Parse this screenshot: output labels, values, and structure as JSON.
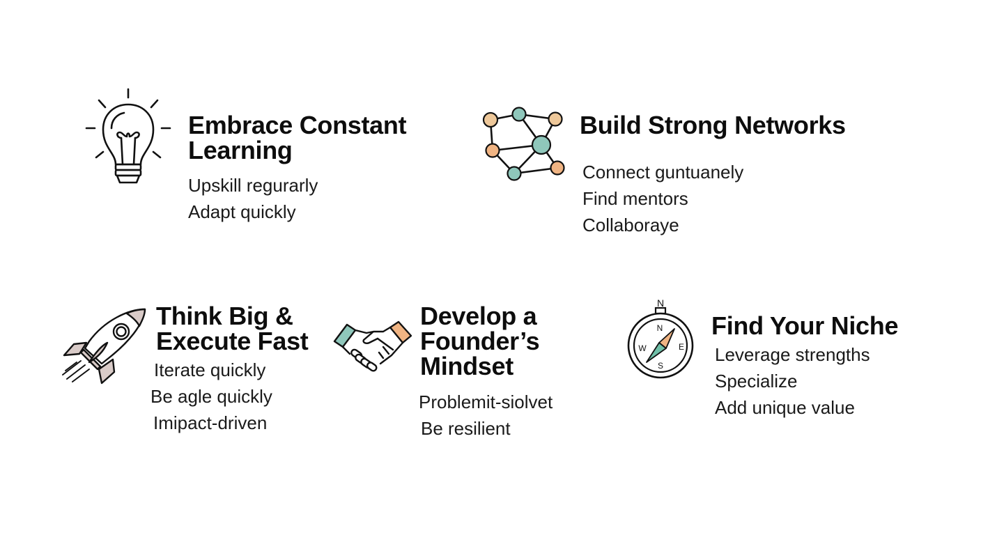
{
  "colors": {
    "teal": "#8fc7bb",
    "orange": "#f0b483",
    "peach": "#eec89a",
    "rocket_fill": "#d9cbc8",
    "stroke": "#111111",
    "background": "#ffffff"
  },
  "cards": [
    {
      "icon": "lightbulb-icon",
      "title_lines": [
        "Embrace Constant",
        "Learning"
      ],
      "items": [
        "Upskill regurarly",
        "Adapt quickly"
      ]
    },
    {
      "icon": "network-icon",
      "title_lines": [
        "Build Strong Networks"
      ],
      "items": [
        "Connect guntuanely",
        "Find mentors",
        "Collaboraye"
      ]
    },
    {
      "icon": "rocket-icon",
      "title_lines": [
        "Think Big &",
        "Execute Fast"
      ],
      "items": [
        "Iterate quickly",
        "Be agle quickly",
        "Imipact-driven"
      ]
    },
    {
      "icon": "handshake-icon",
      "title_lines": [
        "Develop a",
        "Founder’s",
        "Mindset"
      ],
      "items": [
        "Problemit-siolvet",
        "Be resilient"
      ]
    },
    {
      "icon": "compass-icon",
      "title_lines": [
        "Find Your Niche"
      ],
      "items": [
        "Leverage strengths",
        "Specialize",
        "Add unique value"
      ],
      "compass_labels": {
        "top": "N",
        "n": "N",
        "e": "E",
        "s": "S",
        "w": "W"
      }
    }
  ]
}
